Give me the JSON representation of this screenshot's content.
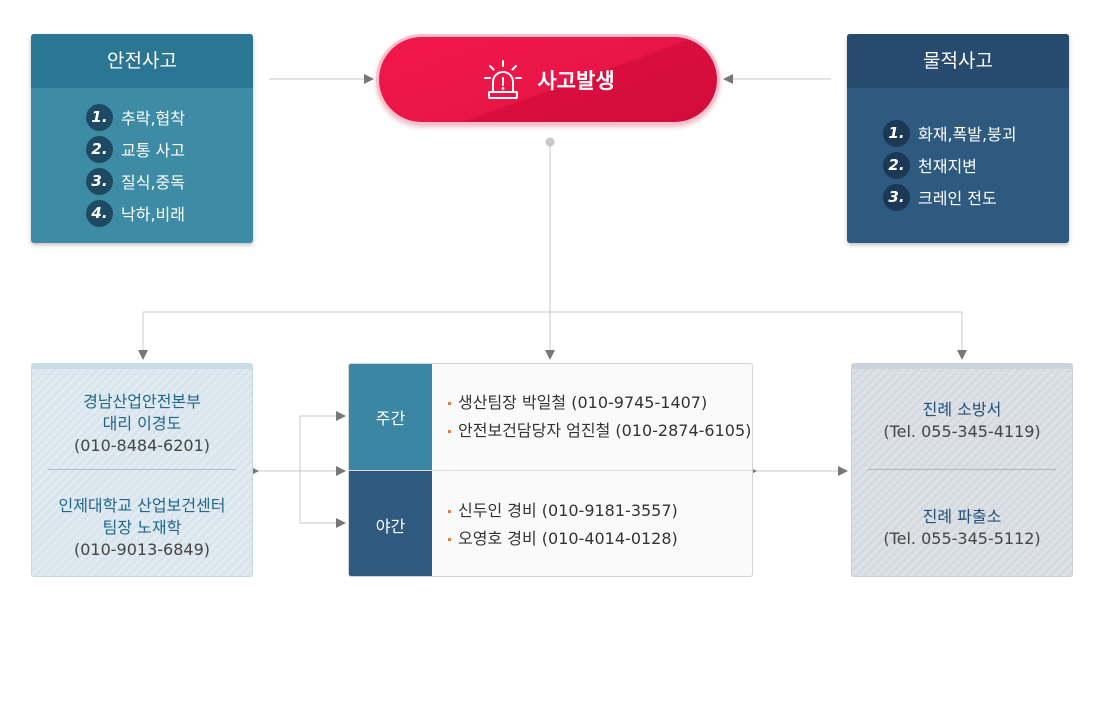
{
  "safety_accidents": {
    "title": "안전사고",
    "items": [
      {
        "num": "1.",
        "label": "추락,협착"
      },
      {
        "num": "2.",
        "label": "교통 사고"
      },
      {
        "num": "3.",
        "label": "질식,중독"
      },
      {
        "num": "4.",
        "label": "낙하,비래"
      }
    ]
  },
  "property_accidents": {
    "title": "물적사고",
    "items": [
      {
        "num": "1.",
        "label": "화재,폭발,붕괴"
      },
      {
        "num": "2.",
        "label": "천재지변"
      },
      {
        "num": "3.",
        "label": "크레인 전도"
      }
    ]
  },
  "accident_occurrence": {
    "label": "사고발생",
    "icon": "siren-icon"
  },
  "left_contacts": [
    {
      "name_lines": [
        "경남산업안전본부",
        "대리 이경도"
      ],
      "phone": "(010-8484-6201)"
    },
    {
      "name_lines": [
        "인제대학교 산업보건센터",
        "팀장 노재학"
      ],
      "phone": "(010-9013-6849)"
    }
  ],
  "schedule": {
    "day": {
      "label": "주간",
      "contacts": [
        "생산팀장 박일철 (010-9745-1407)",
        "안전보건담당자 엄진철 (010-2874-6105)"
      ]
    },
    "night": {
      "label": "야간",
      "contacts": [
        "신두인 경비 (010-9181-3557)",
        "오영호 경비 (010-4014-0128)"
      ]
    }
  },
  "right_contacts": [
    {
      "name": "진례 소방서",
      "phone": "(Tel. 055-345-4119)"
    },
    {
      "name": "진례 파출소",
      "phone": "(Tel. 055-345-5112)"
    }
  ],
  "colors": {
    "teal": "#3d8ba5",
    "navy": "#2f5a80",
    "alert_red": "#ea1547",
    "connector": "#c8c8c8",
    "arrow": "#777777",
    "bullet_orange": "#e27a3c"
  }
}
